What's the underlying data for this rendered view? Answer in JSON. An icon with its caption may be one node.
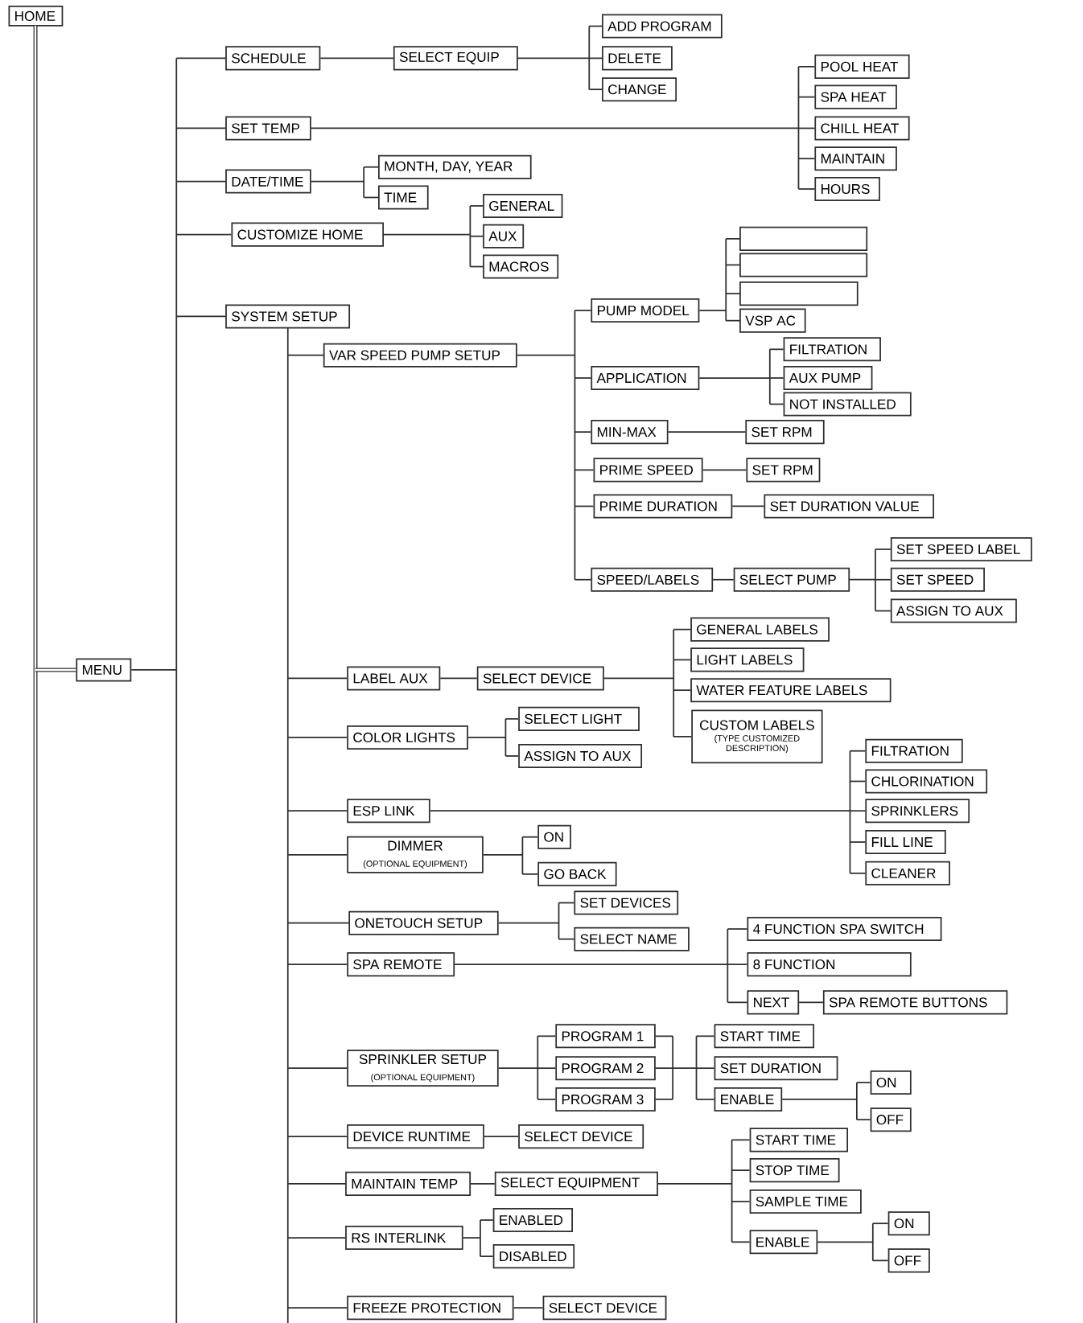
{
  "diagram": {
    "nodes": [
      {
        "text": [
          "HOME"
        ]
      },
      {
        "text": [
          "MENU"
        ]
      },
      {
        "text": [
          "SCHEDULE"
        ]
      },
      {
        "text": [
          "SELECT EQUIP"
        ]
      },
      {
        "text": [
          "ADD PROGRAM"
        ]
      },
      {
        "text": [
          "DELETE"
        ]
      },
      {
        "text": [
          "CHANGE"
        ]
      },
      {
        "text": [
          "SET TEMP"
        ]
      },
      {
        "text": [
          "POOL HEAT"
        ]
      },
      {
        "text": [
          "SPA HEAT"
        ]
      },
      {
        "text": [
          "CHILL HEAT"
        ]
      },
      {
        "text": [
          "MAINTAIN"
        ]
      },
      {
        "text": [
          "HOURS"
        ]
      },
      {
        "text": [
          "DATE/TIME"
        ]
      },
      {
        "text": [
          "MONTH, DAY, YEAR"
        ]
      },
      {
        "text": [
          "TIME"
        ]
      },
      {
        "text": [
          "CUSTOMIZE HOME"
        ]
      },
      {
        "text": [
          "GENERAL"
        ]
      },
      {
        "text": [
          "AUX"
        ]
      },
      {
        "text": [
          "MACROS"
        ]
      },
      {
        "text": [
          "SYSTEM SETUP"
        ]
      },
      {
        "text": [
          "VAR SPEED PUMP SETUP"
        ]
      },
      {
        "text": [
          "PUMP MODEL"
        ]
      },
      {
        "text": [],
        "shape": "box"
      },
      {
        "text": [],
        "shape": "box"
      },
      {
        "text": [],
        "shape": "box"
      },
      {
        "text": [
          "VSP AC"
        ]
      },
      {
        "text": [
          "APPLICATION"
        ]
      },
      {
        "text": [
          "FILTRATION"
        ]
      },
      {
        "text": [
          "AUX PUMP"
        ]
      },
      {
        "text": [
          "NOT INSTALLED"
        ]
      },
      {
        "text": [
          "MIN-MAX"
        ]
      },
      {
        "text": [
          "SET RPM"
        ]
      },
      {
        "text": [
          "PRIME SPEED"
        ]
      },
      {
        "text": [
          "SET RPM"
        ]
      },
      {
        "text": [
          "PRIME DURATION"
        ]
      },
      {
        "text": [
          "SET DURATION VALUE"
        ]
      },
      {
        "text": [
          "SPEED/LABELS"
        ]
      },
      {
        "text": [
          "SELECT PUMP"
        ]
      },
      {
        "text": [
          "SET SPEED LABEL"
        ]
      },
      {
        "text": [
          "SET SPEED"
        ]
      },
      {
        "text": [
          "ASSIGN TO AUX"
        ]
      },
      {
        "text": [
          "LABEL AUX"
        ]
      },
      {
        "text": [
          "SELECT DEVICE"
        ]
      },
      {
        "text": [
          "GENERAL LABELS"
        ]
      },
      {
        "text": [
          "LIGHT LABELS"
        ]
      },
      {
        "text": [
          "WATER FEATURE LABELS"
        ]
      },
      {
        "text": [
          "CUSTOM LABELS",
          "(TYPE CUSTOMIZED DESCRIPTION)"
        ]
      },
      {
        "text": [
          "COLOR LIGHTS"
        ]
      },
      {
        "text": [
          "SELECT LIGHT"
        ]
      },
      {
        "text": [
          "ASSIGN TO AUX"
        ]
      },
      {
        "text": [
          "FILTRATION"
        ]
      },
      {
        "text": [
          "CHLORINATION"
        ]
      },
      {
        "text": [
          "ESP LINK"
        ]
      },
      {
        "text": [
          "SPRINKLERS"
        ]
      },
      {
        "text": [
          "FILL LINE"
        ]
      },
      {
        "text": [
          "CLEANER"
        ]
      },
      {
        "text": [
          "DIMMER",
          "(OPTIONAL EQUIPMENT)"
        ]
      },
      {
        "text": [
          "ON"
        ]
      },
      {
        "text": [
          "GO BACK"
        ]
      },
      {
        "text": [
          "ONETOUCH SETUP"
        ]
      },
      {
        "text": [
          "SET DEVICES"
        ]
      },
      {
        "text": [
          "SELECT NAME"
        ]
      },
      {
        "text": [
          "SPA REMOTE"
        ]
      },
      {
        "text": [
          "4 FUNCTION SPA SWITCH"
        ]
      },
      {
        "text": [
          "8 FUNCTION"
        ]
      },
      {
        "text": [
          "NEXT"
        ]
      },
      {
        "text": [
          "SPA REMOTE BUTTONS"
        ]
      },
      {
        "text": [
          "SPRINKLER SETUP",
          "(OPTIONAL EQUIPMENT)"
        ]
      },
      {
        "text": [
          "PROGRAM 1"
        ]
      },
      {
        "text": [
          "PROGRAM 2"
        ]
      },
      {
        "text": [
          "PROGRAM 3"
        ]
      },
      {
        "text": [
          "START TIME"
        ]
      },
      {
        "text": [
          "SET DURATION"
        ]
      },
      {
        "text": [
          "ENABLE"
        ]
      },
      {
        "text": [
          "ON"
        ]
      },
      {
        "text": [
          "OFF"
        ]
      },
      {
        "text": [
          "DEVICE RUNTIME"
        ]
      },
      {
        "text": [
          "SELECT DEVICE"
        ]
      },
      {
        "text": [
          "MAINTAIN TEMP"
        ]
      },
      {
        "text": [
          "SELECT EQUIPMENT"
        ]
      },
      {
        "text": [
          "START TIME"
        ]
      },
      {
        "text": [
          "STOP TIME"
        ]
      },
      {
        "text": [
          "SAMPLE TIME"
        ]
      },
      {
        "text": [
          "ENABLE"
        ]
      },
      {
        "text": [
          "ON"
        ]
      },
      {
        "text": [
          "OFF"
        ]
      },
      {
        "text": [
          "RS INTERLINK"
        ]
      },
      {
        "text": [
          "ENABLED"
        ]
      },
      {
        "text": [
          "DISABLED"
        ]
      },
      {
        "text": [
          "FREEZE PROTECTION"
        ]
      },
      {
        "text": [
          "SELECT DEVICE"
        ]
      }
    ],
    "edges": [
      {
        "from": 0,
        "to": 1,
        "arrow": "none",
        "style": "thick"
      },
      {
        "from": 0,
        "to": null,
        "arrow": "none",
        "style": "thick"
      },
      {
        "from": 1,
        "to": 2,
        "arrow": "none"
      },
      {
        "from": 1,
        "to": 7,
        "arrow": "none"
      },
      {
        "from": 1,
        "to": 13,
        "arrow": "none"
      },
      {
        "from": 1,
        "to": 16,
        "arrow": "none"
      },
      {
        "from": 1,
        "to": 20,
        "arrow": "none"
      },
      {
        "from": 1,
        "to": null,
        "arrow": "none"
      },
      {
        "from": 2,
        "to": 3,
        "arrow": "none"
      },
      {
        "from": 3,
        "to": 4,
        "arrow": "none"
      },
      {
        "from": 3,
        "to": 5,
        "arrow": "none"
      },
      {
        "from": 3,
        "to": 6,
        "arrow": "none"
      },
      {
        "from": 7,
        "to": 8,
        "arrow": "none"
      },
      {
        "from": 7,
        "to": 9,
        "arrow": "none"
      },
      {
        "from": 7,
        "to": 10,
        "arrow": "none"
      },
      {
        "from": 7,
        "to": 11,
        "arrow": "none"
      },
      {
        "from": 7,
        "to": 12,
        "arrow": "none"
      },
      {
        "from": 13,
        "to": 14,
        "arrow": "none"
      },
      {
        "from": 13,
        "to": 15,
        "arrow": "none"
      },
      {
        "from": 16,
        "to": 17,
        "arrow": "none"
      },
      {
        "from": 16,
        "to": 18,
        "arrow": "none"
      },
      {
        "from": 16,
        "to": 19,
        "arrow": "none"
      },
      {
        "from": 20,
        "to": 21,
        "arrow": "none"
      },
      {
        "from": 20,
        "to": 42,
        "arrow": "none"
      },
      {
        "from": 20,
        "to": 48,
        "arrow": "none"
      },
      {
        "from": 20,
        "to": 53,
        "arrow": "none"
      },
      {
        "from": 20,
        "to": 57,
        "arrow": "none"
      },
      {
        "from": 20,
        "to": 60,
        "arrow": "none"
      },
      {
        "from": 20,
        "to": 63,
        "arrow": "none"
      },
      {
        "from": 20,
        "to": 68,
        "arrow": "none"
      },
      {
        "from": 20,
        "to": 77,
        "arrow": "none"
      },
      {
        "from": 20,
        "to": 79,
        "arrow": "none"
      },
      {
        "from": 20,
        "to": 87,
        "arrow": "none"
      },
      {
        "from": 20,
        "to": 90,
        "arrow": "none"
      },
      {
        "from": 20,
        "to": null,
        "arrow": "none"
      },
      {
        "from": 21,
        "to": 22,
        "arrow": "none"
      },
      {
        "from": 21,
        "to": 27,
        "arrow": "none"
      },
      {
        "from": 21,
        "to": 31,
        "arrow": "none"
      },
      {
        "from": 21,
        "to": 33,
        "arrow": "none"
      },
      {
        "from": 21,
        "to": 35,
        "arrow": "none"
      },
      {
        "from": 21,
        "to": 37,
        "arrow": "none"
      },
      {
        "from": 22,
        "to": 23,
        "arrow": "none"
      },
      {
        "from": 22,
        "to": 24,
        "arrow": "none"
      },
      {
        "from": 22,
        "to": 25,
        "arrow": "none"
      },
      {
        "from": 22,
        "to": 26,
        "arrow": "none"
      },
      {
        "from": 27,
        "to": 28,
        "arrow": "none"
      },
      {
        "from": 27,
        "to": 29,
        "arrow": "none"
      },
      {
        "from": 27,
        "to": 30,
        "arrow": "none"
      },
      {
        "from": 31,
        "to": 32,
        "arrow": "none"
      },
      {
        "from": 33,
        "to": 34,
        "arrow": "none"
      },
      {
        "from": 35,
        "to": 36,
        "arrow": "none"
      },
      {
        "from": 37,
        "to": 38,
        "arrow": "none"
      },
      {
        "from": 38,
        "to": 39,
        "arrow": "none"
      },
      {
        "from": 38,
        "to": 40,
        "arrow": "none"
      },
      {
        "from": 38,
        "to": 41,
        "arrow": "none"
      },
      {
        "from": 42,
        "to": 43,
        "arrow": "none"
      },
      {
        "from": 43,
        "to": 44,
        "arrow": "none"
      },
      {
        "from": 43,
        "to": 45,
        "arrow": "none"
      },
      {
        "from": 43,
        "to": 46,
        "arrow": "none"
      },
      {
        "from": 43,
        "to": 47,
        "arrow": "none"
      },
      {
        "from": 48,
        "to": 49,
        "arrow": "none"
      },
      {
        "from": 48,
        "to": 50,
        "arrow": "none"
      },
      {
        "from": 53,
        "to": 51,
        "arrow": "none"
      },
      {
        "from": 53,
        "to": 52,
        "arrow": "none"
      },
      {
        "from": 53,
        "to": 54,
        "arrow": "none"
      },
      {
        "from": 53,
        "to": 55,
        "arrow": "none"
      },
      {
        "from": 53,
        "to": 56,
        "arrow": "none"
      },
      {
        "from": 57,
        "to": 58,
        "arrow": "none"
      },
      {
        "from": 57,
        "to": 59,
        "arrow": "none"
      },
      {
        "from": 60,
        "to": 61,
        "arrow": "none"
      },
      {
        "from": 60,
        "to": 62,
        "arrow": "none"
      },
      {
        "from": 63,
        "to": 64,
        "arrow": "none"
      },
      {
        "from": 63,
        "to": 65,
        "arrow": "none"
      },
      {
        "from": 63,
        "to": 66,
        "arrow": "none"
      },
      {
        "from": 66,
        "to": 67,
        "arrow": "none"
      },
      {
        "from": 68,
        "to": 69,
        "arrow": "none"
      },
      {
        "from": 68,
        "to": 70,
        "arrow": "none"
      },
      {
        "from": 68,
        "to": 71,
        "arrow": "none"
      },
      {
        "from": 69,
        "to": 72,
        "arrow": "none"
      },
      {
        "from": 69,
        "to": 73,
        "arrow": "none"
      },
      {
        "from": 69,
        "to": 74,
        "arrow": "none"
      },
      {
        "from": 70,
        "to": 72,
        "arrow": "none"
      },
      {
        "from": 70,
        "to": 73,
        "arrow": "none"
      },
      {
        "from": 70,
        "to": 74,
        "arrow": "none"
      },
      {
        "from": 71,
        "to": 72,
        "arrow": "none"
      },
      {
        "from": 71,
        "to": 73,
        "arrow": "none"
      },
      {
        "from": 71,
        "to": 74,
        "arrow": "none"
      },
      {
        "from": 74,
        "to": 75,
        "arrow": "none"
      },
      {
        "from": 74,
        "to": 76,
        "arrow": "none"
      },
      {
        "from": 77,
        "to": 78,
        "arrow": "none"
      },
      {
        "from": 79,
        "to": 80,
        "arrow": "none"
      },
      {
        "from": 80,
        "to": 81,
        "arrow": "none"
      },
      {
        "from": 80,
        "to": 82,
        "arrow": "none"
      },
      {
        "from": 80,
        "to": 83,
        "arrow": "none"
      },
      {
        "from": 80,
        "to": 84,
        "arrow": "none"
      },
      {
        "from": 84,
        "to": 85,
        "arrow": "none"
      },
      {
        "from": 84,
        "to": 86,
        "arrow": "none"
      },
      {
        "from": 87,
        "to": 88,
        "arrow": "none"
      },
      {
        "from": 87,
        "to": 89,
        "arrow": "none"
      },
      {
        "from": 90,
        "to": 91,
        "arrow": "none"
      }
    ]
  }
}
